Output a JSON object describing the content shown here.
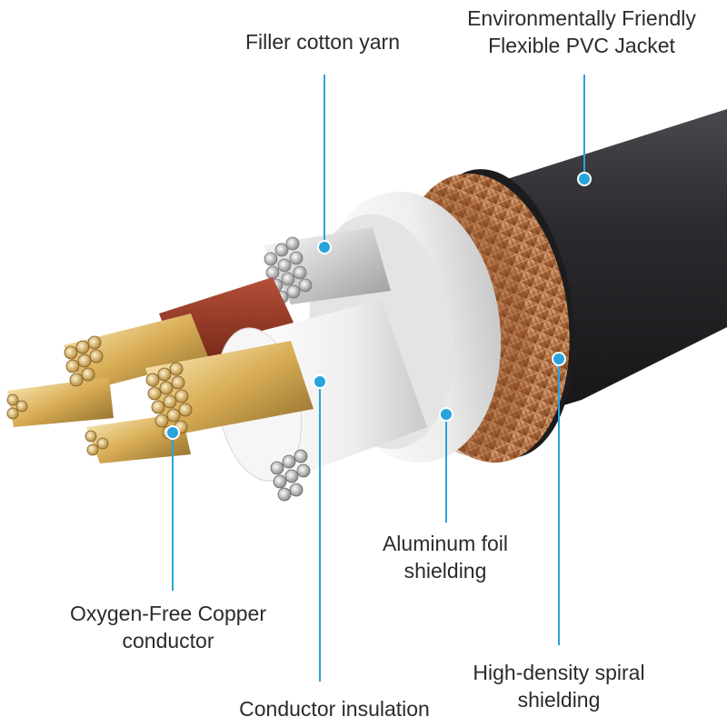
{
  "labels": {
    "filler": "Filler cotton yarn",
    "jacket": [
      "Environmentally Friendly",
      "Flexible PVC Jacket"
    ],
    "foil": [
      "Aluminum foil",
      "shielding"
    ],
    "copper": [
      "Oxygen-Free Copper",
      "conductor"
    ],
    "spiral": [
      "High-density spiral",
      "shielding"
    ],
    "insulation": "Conductor insulation"
  },
  "colors": {
    "callout": "#29a3dc",
    "jacket": "#2a2a2c",
    "braid": "#b8764a",
    "insulation_red": "#9b3a24",
    "insulation_white": "#f2f2f2",
    "copper": "#d9b45f"
  }
}
